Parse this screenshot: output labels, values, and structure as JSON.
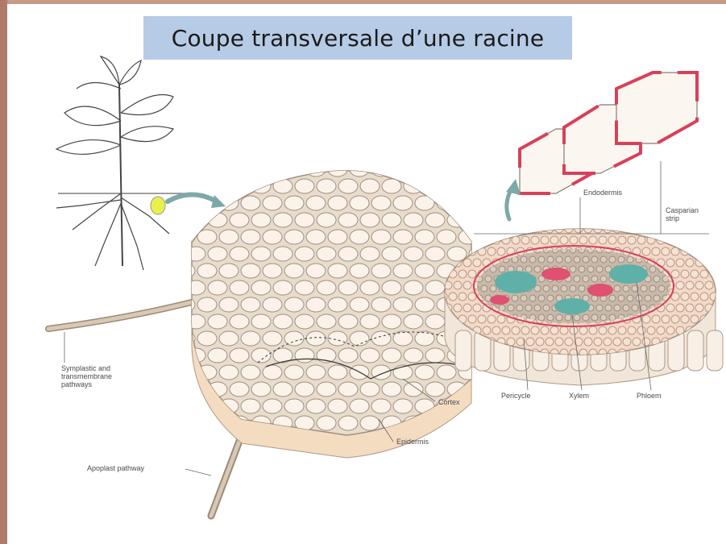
{
  "title": "Coupe transversale d’une racine",
  "labels": {
    "symplastic": "Symplastic and\ntransmembrane\npathways",
    "apoplast": "Apoplast pathway",
    "cortex": "Cortex",
    "epidermis": "Epidermis",
    "pericycle": "Pericycle",
    "xylem": "Xylem",
    "phloem": "Phloem",
    "endodermis": "Endodermis",
    "casparian": "Casparian\nstrip"
  },
  "colors": {
    "frame": "#b07a68",
    "title_bg": "#b6cbe6",
    "cell_fill": "#fbf3ea",
    "cell_stroke": "#a08e80",
    "casparian": "#d8405a",
    "highlight": "#e8f04a",
    "arrow": "#7fa8a8"
  }
}
